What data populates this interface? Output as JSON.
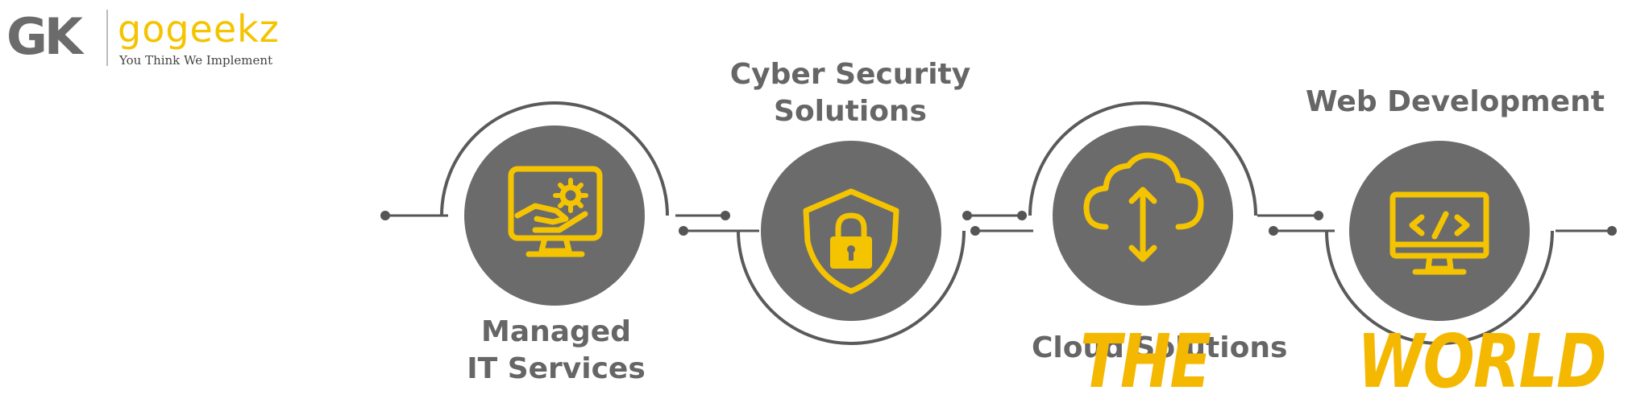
{
  "logo": {
    "mark": "GK",
    "name": "gogeekz",
    "tagline": "You Think We Implement"
  },
  "colors": {
    "circle": "#6b6b6b",
    "ring": "#5a5a5a",
    "icon": "#f5c400",
    "label": "#666666",
    "overlay": "#f5b800"
  },
  "steps": [
    {
      "label_line1": "Managed",
      "label_line2": "IT Services",
      "icon": "monitor-hand-gear-icon"
    },
    {
      "label_line1": "Cyber Security",
      "label_line2": "Solutions",
      "icon": "shield-lock-icon"
    },
    {
      "label_line1": "Cloud Solutions",
      "label_line2": "",
      "icon": "cloud-upload-download-icon"
    },
    {
      "label_line1": "Web Development",
      "label_line2": "",
      "icon": "monitor-code-icon"
    }
  ],
  "overlay": {
    "word1": "THE",
    "word2": "WORLD"
  }
}
